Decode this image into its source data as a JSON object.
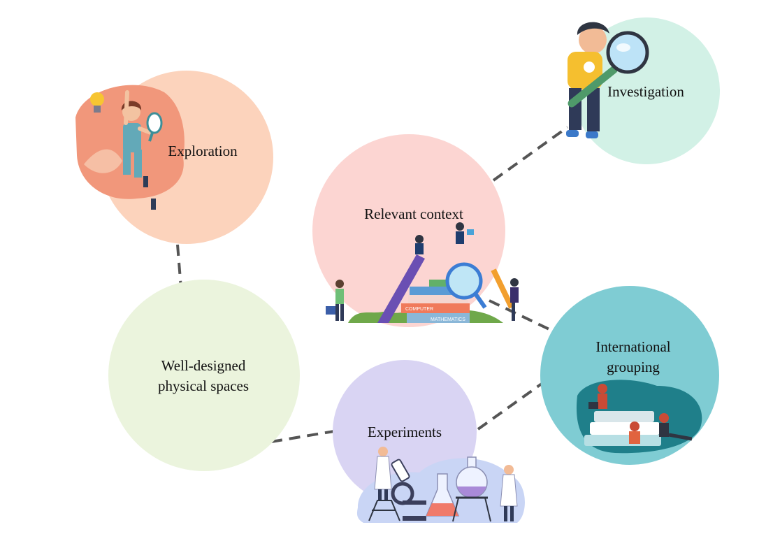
{
  "nodes": {
    "exploration": {
      "label": "Exploration",
      "color": "#fcd3bc"
    },
    "investigation": {
      "label": "Investigation",
      "color": "#d2f1e6"
    },
    "relevant_context": {
      "label": "Relevant context",
      "color": "#fcd5d2"
    },
    "international_grouping": {
      "label": "International grouping",
      "color": "#7fccd3"
    },
    "well_designed": {
      "label": "Well-designed physical spaces",
      "color": "#ebf4dd"
    },
    "experiments": {
      "label": "Experiments",
      "color": "#d9d4f3"
    }
  },
  "illustration_text": {
    "book_computer": "COMPUTER",
    "book_mathematics": "MATHEMATICS"
  },
  "connector_color": "#555555"
}
